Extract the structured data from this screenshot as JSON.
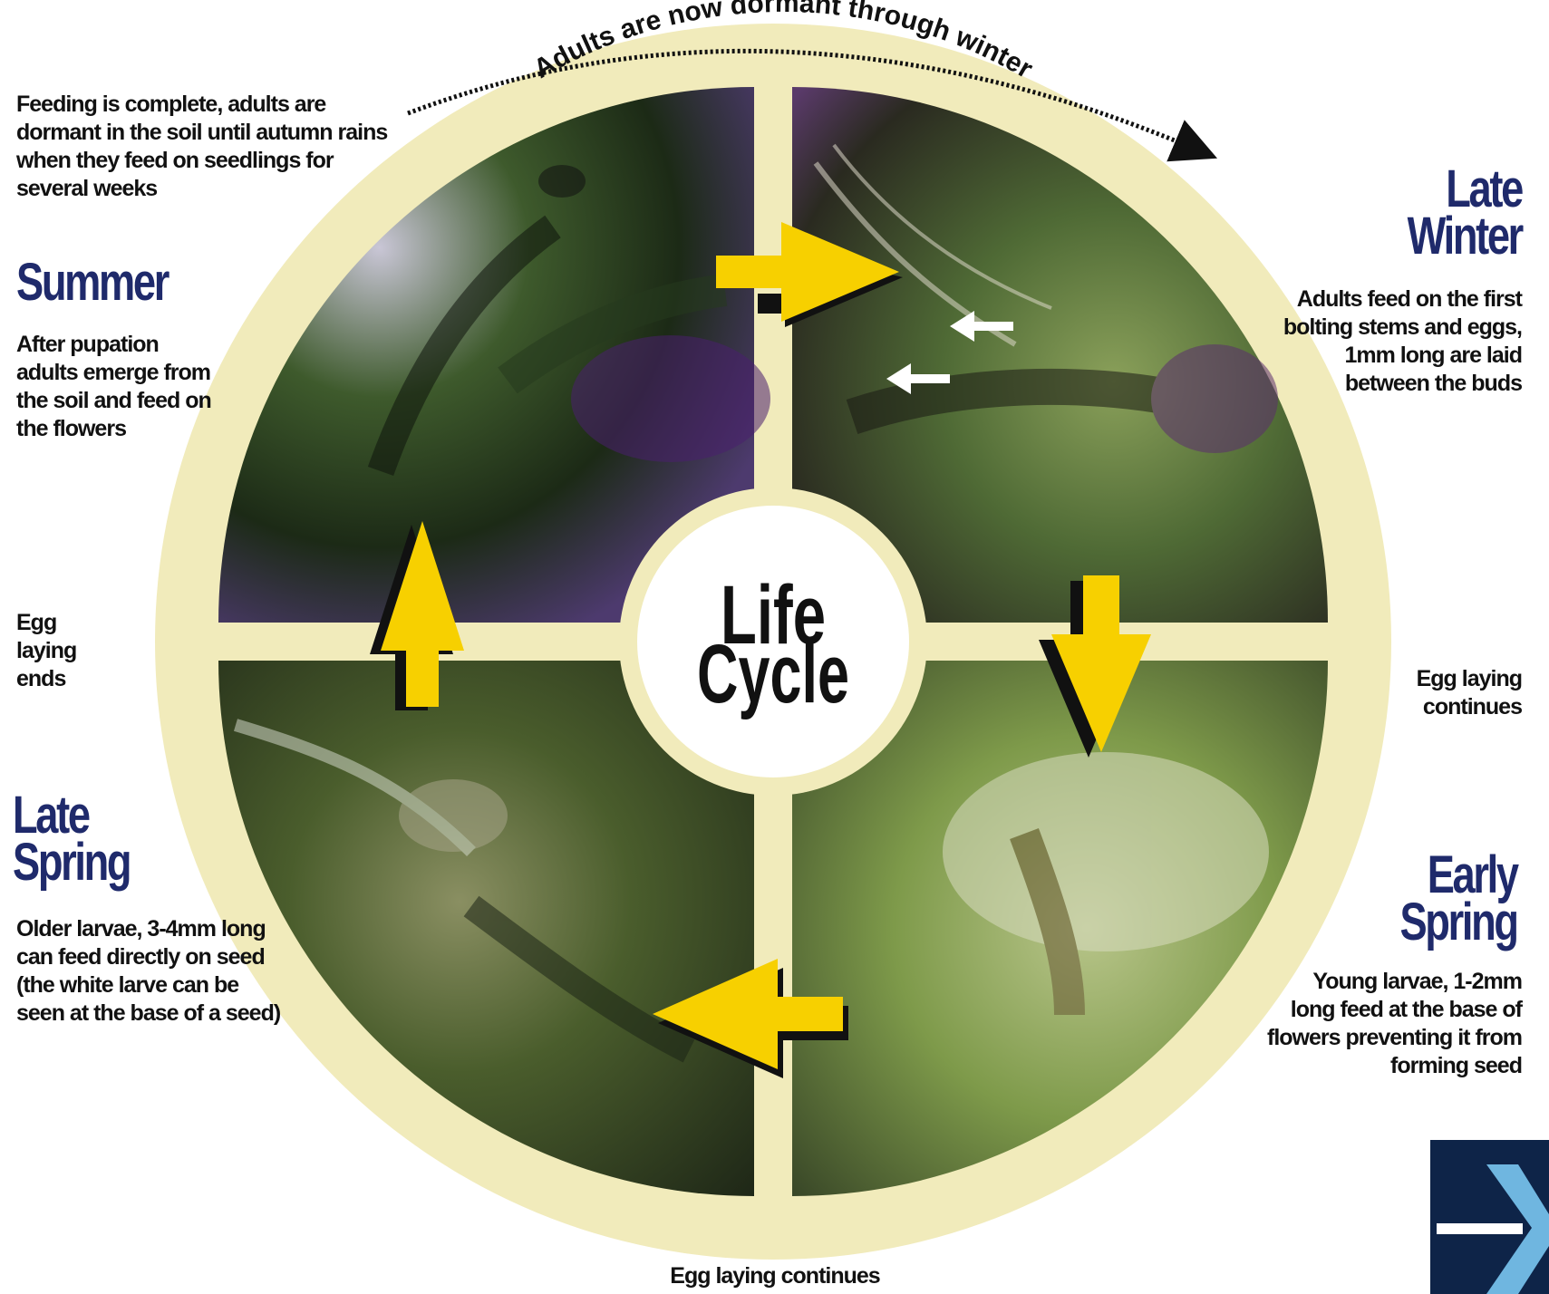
{
  "title": {
    "line1": "Life",
    "line2": "Cycle"
  },
  "top_note": "Adults are now dormant through winter",
  "bottom_note": "Egg laying continues",
  "stages": {
    "summer": {
      "name": "Summer",
      "intro": "Feeding is complete, adults are dormant in the soil until autumn rains when they feed on seedlings for several weeks",
      "description": "After pupation adults emerge from the soil and feed on the flowers"
    },
    "late_winter": {
      "name_line1": "Late",
      "name_line2": "Winter",
      "description": "Adults feed on the first bolting stems and eggs, 1mm long are laid between the buds"
    },
    "early_spring": {
      "name_line1": "Early",
      "name_line2": "Spring",
      "description": "Young larvae, 1-2mm long feed at the base of flowers preventing it from forming seed"
    },
    "late_spring": {
      "name_line1": "Late",
      "name_line2": "Spring",
      "description": "Older larvae, 3-4mm long can feed directly on seed (the white larve can be seen at the base of a seed)"
    }
  },
  "transitions": {
    "left": "Egg laying ends",
    "right": "Egg laying continues"
  },
  "colors": {
    "ring": "#f1ebbb",
    "arrow": "#f7d000",
    "heading": "#1f2a6b",
    "text": "#111111",
    "logo_dark": "#0e2448",
    "logo_light": "#6fb6e0"
  }
}
